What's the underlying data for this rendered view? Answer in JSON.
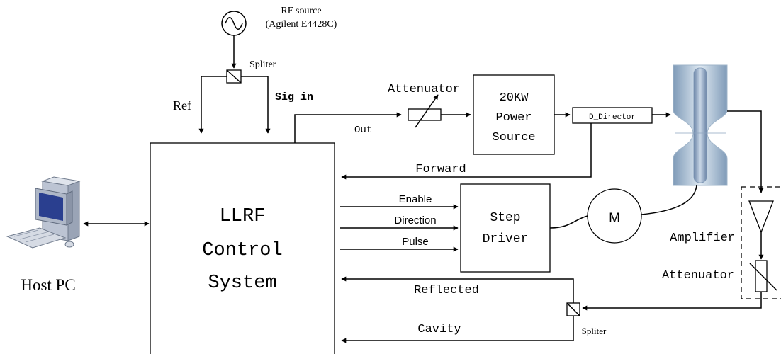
{
  "labels": {
    "rf_source_line1": "RF source",
    "rf_source_line2": "(Agilent E4428C)",
    "spliter_top": "Spliter",
    "ref": "Ref",
    "sig_in": "Sig in",
    "out": "Out",
    "attenuator_top": "Attenuator",
    "power_source_line1": "20KW",
    "power_source_line2": "Power",
    "power_source_line3": "Source",
    "d_director": "D_Director",
    "forward": "Forward",
    "enable": "Enable",
    "direction": "Direction",
    "pulse": "Pulse",
    "step_driver_line1": "Step",
    "step_driver_line2": "Driver",
    "motor": "M",
    "amplifier": "Amplifier",
    "attenuator_right": "Attenuator",
    "llrf_line1": "LLRF",
    "llrf_line2": "Control",
    "llrf_line3": "System",
    "host_pc": "Host PC",
    "reflected": "Reflected",
    "cavity": "Cavity",
    "spliter_bottom": "Spliter"
  },
  "colors": {
    "step_driver_fill": "#eef0fb",
    "cavity_glass": "#b7cde0",
    "cavity_core": "#8fa6c4",
    "pc_body": "#c9d0dd",
    "pc_screen": "#2a3f8f"
  }
}
